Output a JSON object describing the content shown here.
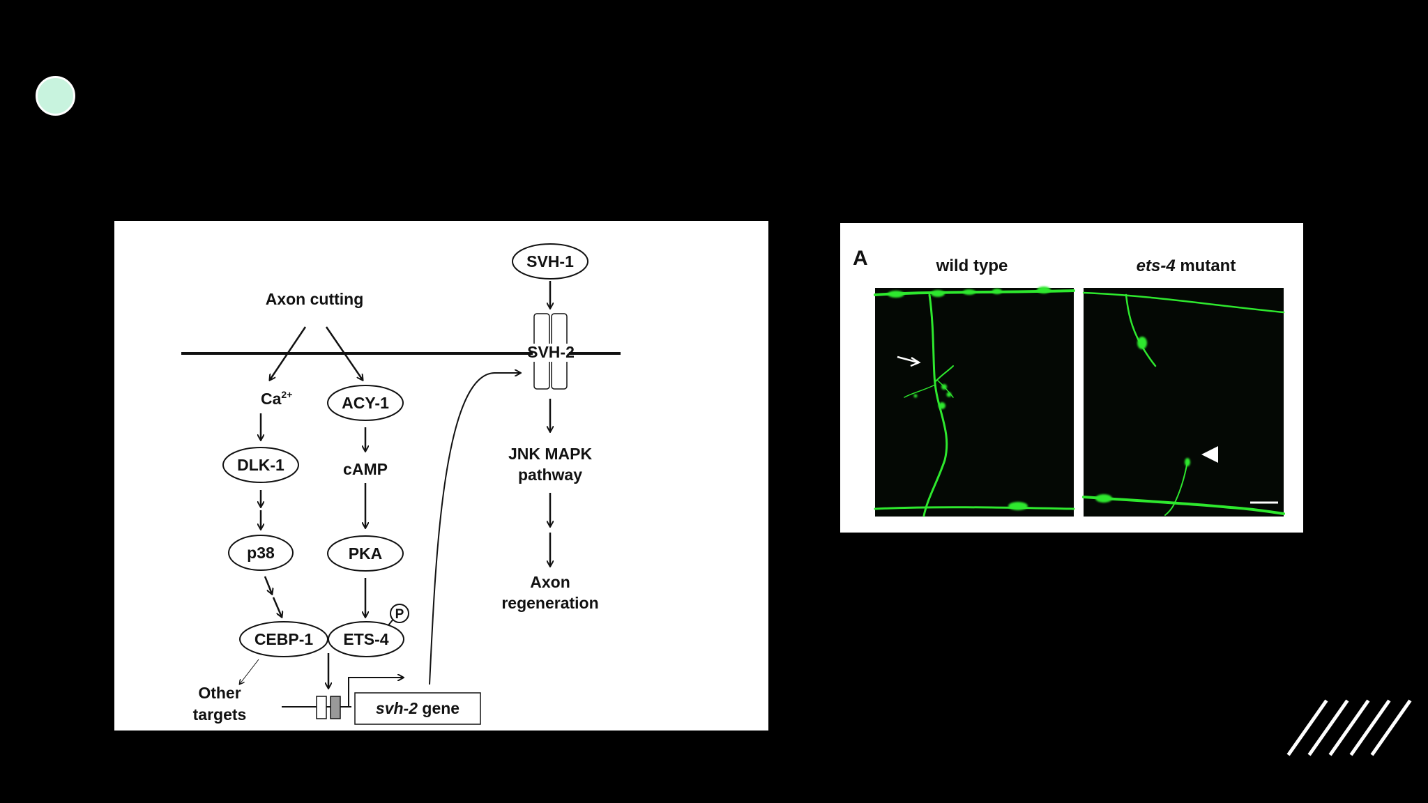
{
  "colors": {
    "background": "#000000",
    "bullet": "#c8f3de",
    "micrograph_background": "#040804",
    "neuron_green": "#2ee82e"
  },
  "pathway": {
    "axon_cutting": "Axon cutting",
    "ca2": "Ca",
    "ca2_superscript": "2+",
    "acy1": "ACY-1",
    "dlk1": "DLK-1",
    "camp": "cAMP",
    "p38": "p38",
    "pka": "PKA",
    "cebp1": "CEBP-1",
    "ets4": "ETS-4",
    "phospho": "P",
    "other_targets_line1": "Other",
    "other_targets_line2": "targets",
    "gene_name": "svh-2",
    "gene_suffix": " gene",
    "svh1": "SVH-1",
    "svh2": "SVH-2",
    "jnk_line1": "JNK MAPK",
    "jnk_line2": "pathway",
    "regen_line1": "Axon",
    "regen_line2": "regeneration"
  },
  "micrograph": {
    "panel_letter": "A",
    "left_label": "wild type",
    "right_label_italic": "ets-4",
    "right_label_rest": " mutant"
  },
  "icons": {
    "bullet": "circle-bullet-icon",
    "decor": "diagonal-hatch-icon"
  }
}
